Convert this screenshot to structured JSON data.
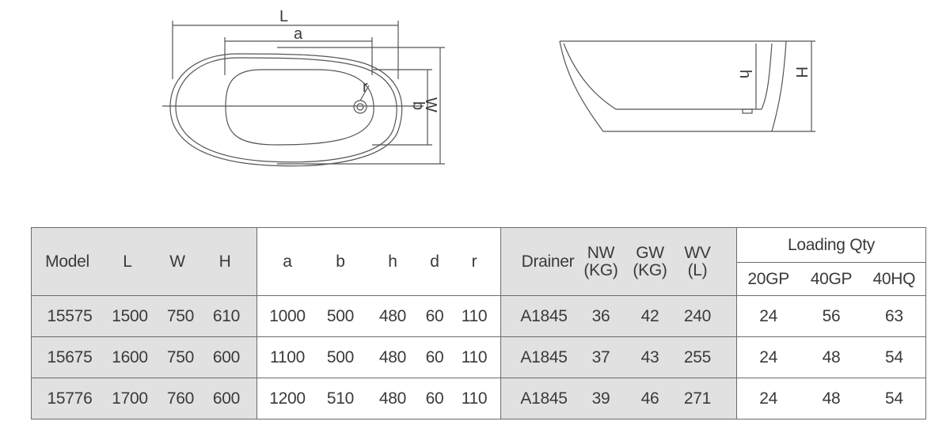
{
  "diagram": {
    "top_view": {
      "length_label": "L",
      "inner_length_label": "a",
      "radius_label": "r",
      "inner_width_label": "b",
      "width_label": "W"
    },
    "side_view": {
      "inner_height_label": "h",
      "height_label": "H"
    }
  },
  "table": {
    "groups": {
      "main": [
        "Model",
        "L",
        "W",
        "H"
      ],
      "inner": [
        "a",
        "b",
        "h",
        "d",
        "r"
      ],
      "weights": {
        "drainer": "Drainer",
        "nw": [
          "NW",
          "(KG)"
        ],
        "gw": [
          "GW",
          "(KG)"
        ],
        "wv": [
          "WV",
          "(L)"
        ]
      },
      "loading": {
        "title": "Loading Qty",
        "columns": [
          "20GP",
          "40GP",
          "40HQ"
        ]
      }
    },
    "rows": [
      {
        "model": "15575",
        "L": "1500",
        "W": "750",
        "H": "610",
        "a": "1000",
        "b": "500",
        "h": "480",
        "d": "60",
        "r": "110",
        "drainer": "A1845",
        "nw": "36",
        "gw": "42",
        "wv": "240",
        "gp20": "24",
        "gp40": "56",
        "hq40": "63"
      },
      {
        "model": "15675",
        "L": "1600",
        "W": "750",
        "H": "600",
        "a": "1100",
        "b": "500",
        "h": "480",
        "d": "60",
        "r": "110",
        "drainer": "A1845",
        "nw": "37",
        "gw": "43",
        "wv": "255",
        "gp20": "24",
        "gp40": "48",
        "hq40": "54"
      },
      {
        "model": "15776",
        "L": "1700",
        "W": "760",
        "H": "600",
        "a": "1200",
        "b": "510",
        "h": "480",
        "d": "60",
        "r": "110",
        "drainer": "A1845",
        "nw": "39",
        "gw": "46",
        "wv": "271",
        "gp20": "24",
        "gp40": "48",
        "hq40": "54"
      }
    ]
  }
}
